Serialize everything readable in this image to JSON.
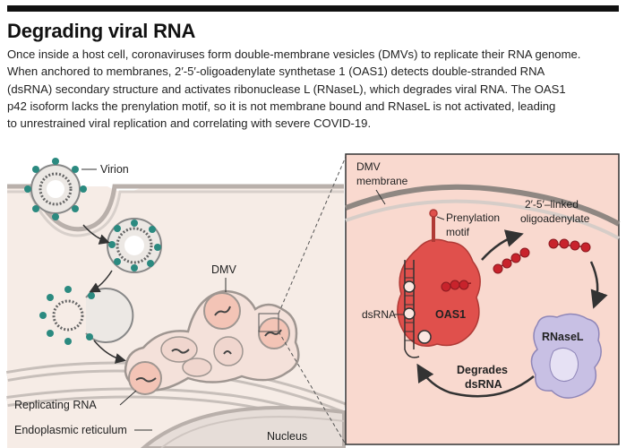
{
  "header": {
    "title": "Degrading viral RNA",
    "lines": [
      "Once inside a host cell, coronaviruses form double-membrane vesicles (DMVs) to replicate their RNA genome.",
      "When anchored to membranes, 2′-5′-oligoadenylate synthetase 1 (OAS1) detects double-stranded RNA",
      "(dsRNA) secondary structure and activates ribonuclease L (RNaseL), which degrades viral RNA. The OAS1",
      "p42 isoform lacks the prenylation motif, so it is not membrane bound and RNaseL is not activated, leading",
      "to unrestrained viral replication and correlating with severe COVID-19."
    ]
  },
  "left_panel": {
    "virion": "Virion",
    "dmv": "DMV",
    "replicating_rna": "Replicating RNA",
    "er": "Endoplasmic reticulum",
    "nucleus": "Nucleus"
  },
  "inset": {
    "dmv_membrane_1": "DMV",
    "dmv_membrane_2": "membrane",
    "prenylation_1": "Prenylation",
    "prenylation_2": "motif",
    "oligo_1": "2′-5′–linked",
    "oligo_2": "oligoadenylate",
    "dsrna": "dsRNA",
    "oas1": "OAS1",
    "rnasel": "RNaseL",
    "degrades_1": "Degrades",
    "degrades_2": "dsRNA"
  },
  "colors": {
    "cell_bg": "#f6ece6",
    "inset_bg": "#f9d9cf",
    "protein_red": "#e0504c",
    "rnasel_purple": "#c8c0e4",
    "spike_teal": "#2b8a80",
    "dot_red": "#c8232c"
  }
}
